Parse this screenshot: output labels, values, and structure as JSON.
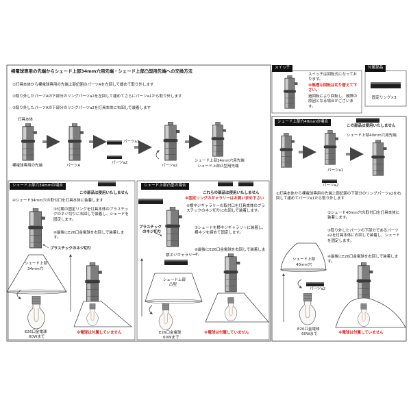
{
  "title": "裸電球専用の先端からシェード上部34mm穴用先端・シェード上部凸型用先端への交換方法",
  "steps": [
    "①灯具本体から裸電球専用の先端上部記囲のパーツAを左回して緩めて取り外します",
    "②取り外したパーツAの下部分のリングパーツa2を左回して緩めてさらにパーツa1から取り外します",
    "③取り外したパーツAの下部分のリングパーツa2を灯具本体に右回しで装着します"
  ],
  "top_row": {
    "lamp_body": "灯具本体",
    "bare_tip": "裸電球専用の先端",
    "part_A": "パーツA",
    "part_a1": "パーツa1",
    "part_a2_ring": "パーツa2",
    "part_a2_mounted": "パーツa2",
    "new_tip_34": "シェード上部34mm穴用先端",
    "new_tip_convex": "シェード上部凸型用先端"
  },
  "switch_box": {
    "label": "スイッチ",
    "text": "スイッチは回転式になっております。",
    "warning": "※無理な回転は切り替えて下さい。",
    "note": "過回転により回転し、故障の原因となる場合がございます。"
  },
  "accessories": {
    "label": "付属部品",
    "item": "固定リング×3"
  },
  "section_34mm": {
    "label": "シェード上部穴34mmの場合",
    "unused": "この部品は使用いたしません",
    "step4": "④シェード34mm穴の取付口を灯具本体に装着します",
    "step5": "⑤付属の固定リングを灯具本体のプラスチックのネジ切りに右回しで装着し、シェードを固定します。",
    "step6": "⑥最後にE26口金電球を右回しで装着します。",
    "thread_label": "プラスチックのネジ切り",
    "shade_label_1": "シェード上部",
    "shade_label_2": "34mm穴",
    "bulb_label_1": "E26口金電球",
    "bulb_label_2": "60Wまで",
    "note": "※電球は付属していません"
  },
  "section_convex": {
    "label": "シェード上部凸型の場合",
    "unused": "これらの部品は使用いたしません",
    "gallery_note": "※固定リングのギャラリーはお買い求め下さい",
    "step4": "④横ネジギャラリーの取付口を灯具本体のプラスチックのネジ切りに右回しで装着します。",
    "thread_label_1": "プラスチック",
    "thread_label_2": "のネジ切り",
    "step5": "⑤シェードを横ネジギャラリーに装着し、横ネジを締めて固定します。",
    "step6": "⑥最後にE26口金電球を右回しで装着します。",
    "gallery_label": "横ネジギャラリー",
    "shade_label_1": "シェード上部",
    "shade_label_2": "凸型",
    "bulb_label_1": "E26口金電球",
    "bulb_label_2": "60Wまで",
    "note": "※電球は付属していません"
  },
  "section_40mm": {
    "label": "シェード上部穴40mmの場合",
    "unused": "この部品は使用いたしません",
    "tip_label": "シェード上部40mm穴用先端",
    "part_a1": "パーツa1",
    "part_a2": "パーツa2",
    "step1": "①灯具本体から裸電球専用の先端上部記囲の下部分のリングパーツa2を右回して緩めてパーツa1から取り外します",
    "step2": "②シェード40mm穴の取付口を灯具本体に装着します。",
    "step3": "③取り外したパーツの下部分であるパーツa2を灯具本体に右回しで装着し、シェードを固定します。",
    "step4": "④最後にE26口金電球を右回しで装着します。",
    "shade_label_1": "シェード上部",
    "shade_label_2": "40mm穴",
    "ring_label": "パーツa2",
    "bulb_label_1": "E26口金電球",
    "bulb_label_2": "60Wまで",
    "note": "※電球は付属していません"
  },
  "colors": {
    "label_bg": "#111111",
    "warning_red": "#e0201c",
    "border": "#333333"
  }
}
